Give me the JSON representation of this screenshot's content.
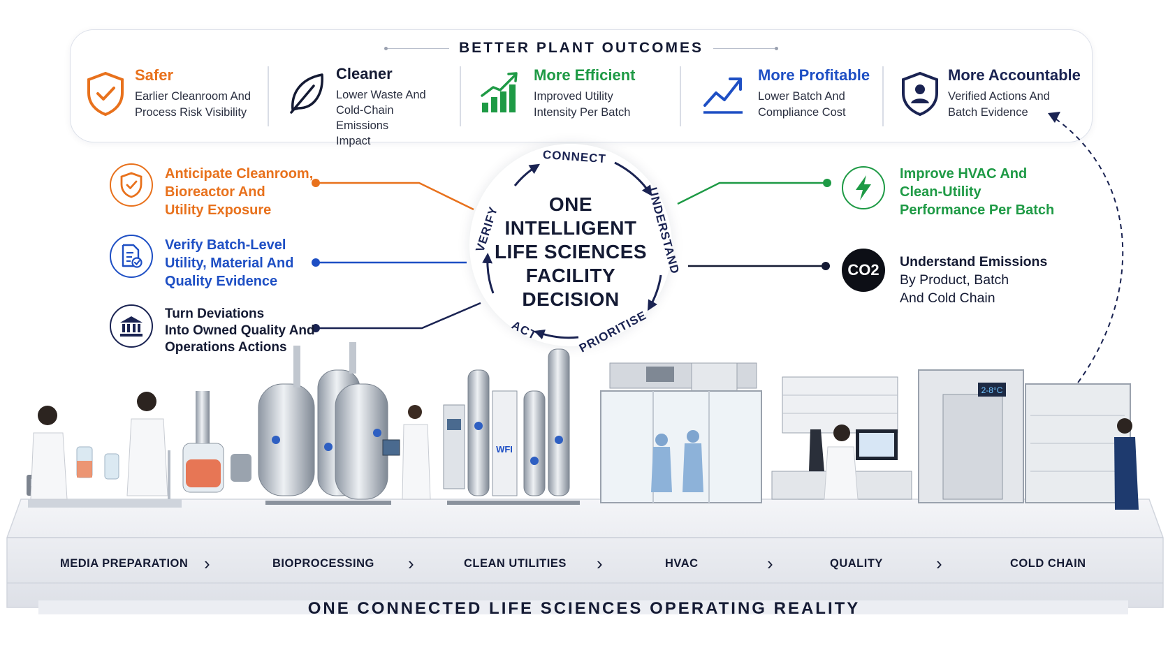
{
  "outcomes_title": "BETTER PLANT OUTCOMES",
  "outcomes": [
    {
      "title": "Safer",
      "desc_lines": [
        "Earlier Cleanroom And",
        "Process Risk Visibility"
      ],
      "color": "#e8711c",
      "icon": "shield-check-icon"
    },
    {
      "title": "Cleaner",
      "desc_lines": [
        "Lower Waste And",
        "Cold-Chain Emissions",
        "Impact"
      ],
      "color": "#141a33",
      "icon": "leaf-icon"
    },
    {
      "title": "More Efficient",
      "desc_lines": [
        "Improved Utility",
        "Intensity Per Batch"
      ],
      "color": "#1e9a45",
      "icon": "bar-chart-up-icon"
    },
    {
      "title": "More Profitable",
      "desc_lines": [
        "Lower Batch And",
        "Compliance Cost"
      ],
      "color": "#1e4fc4",
      "icon": "trend-up-icon"
    },
    {
      "title": "More Accountable",
      "desc_lines": [
        "Verified Actions And",
        "Batch Evidence"
      ],
      "color": "#1a2352",
      "icon": "shield-user-icon"
    }
  ],
  "left_items": [
    {
      "lines": [
        "Anticipate Cleanroom,",
        "Bioreactor And",
        "Utility Exposure"
      ],
      "color": "#e8711c",
      "icon": "shield-check-icon"
    },
    {
      "lines": [
        "Verify Batch-Level",
        "Utility, Material And",
        "Quality Evidence"
      ],
      "color": "#1e4fc4",
      "icon": "document-check-icon"
    },
    {
      "lines": [
        "Turn Deviations",
        "Into Owned Quality And",
        "Operations Actions"
      ],
      "color": "#1a2352",
      "icon": "institution-icon"
    }
  ],
  "right_items": [
    {
      "lines": [
        "Improve HVAC And",
        "Clean-Utility",
        "Performance Per Batch"
      ],
      "color": "#1e9a45",
      "icon": "lightning-bolt-icon"
    },
    {
      "title": "Understand Emissions",
      "lines": [
        "By Product, Batch",
        "And Cold Chain"
      ],
      "color": "#141a33",
      "icon": "co2-icon",
      "badge": "CO2"
    }
  ],
  "center": {
    "lines": [
      "ONE",
      "INTELLIGENT",
      "LIFE SCIENCES",
      "FACILITY",
      "DECISION"
    ],
    "cycle": [
      "CONNECT",
      "UNDERSTAND",
      "PRIORITISE",
      "ACT",
      "VERIFY"
    ]
  },
  "stages": [
    "MEDIA PREPARATION",
    "BIOPROCESSING",
    "CLEAN UTILITIES",
    "HVAC",
    "QUALITY",
    "COLD CHAIN"
  ],
  "stage_chevron": "›",
  "equipment_labels": {
    "wfi": "WFI",
    "temp": "2-8°C"
  },
  "footer": "ONE CONNECTED LIFE SCIENCES OPERATING REALITY"
}
